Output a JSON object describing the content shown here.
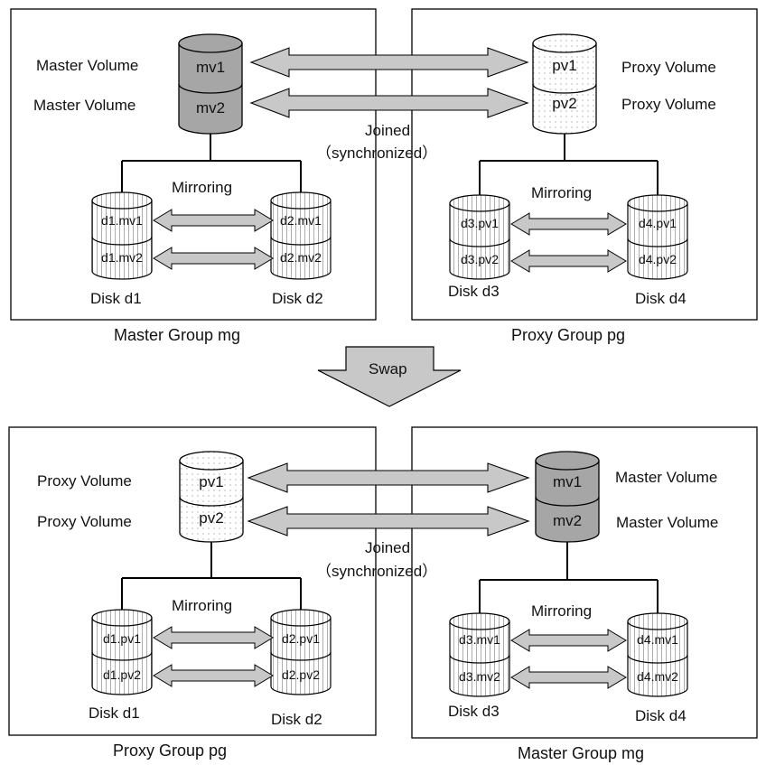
{
  "colors": {
    "master_fill": "#a6a6a6",
    "proxy_fill": "#ffffff",
    "arrow_fill": "#c8c8c8",
    "stroke": "#000000"
  },
  "top": {
    "left": {
      "caption": "Master Group mg",
      "vol_labels": [
        "Master Volume",
        "Master Volume"
      ],
      "volumes": [
        "mv1",
        "mv2"
      ],
      "mirroring": "Mirroring",
      "disk_left": {
        "parts": [
          "d1.mv1",
          "d1.mv2"
        ],
        "label": "Disk d1"
      },
      "disk_right": {
        "parts": [
          "d2.mv1",
          "d2.mv2"
        ],
        "label": "Disk d2"
      }
    },
    "right": {
      "caption": "Proxy Group pg",
      "vol_labels": [
        "Proxy Volume",
        "Proxy Volume"
      ],
      "volumes": [
        "pv1",
        "pv2"
      ],
      "mirroring": "Mirroring",
      "disk_left": {
        "parts": [
          "d3.pv1",
          "d3.pv2"
        ],
        "label": "Disk d3"
      },
      "disk_right": {
        "parts": [
          "d4.pv1",
          "d4.pv2"
        ],
        "label": "Disk d4"
      }
    },
    "joined": "Joined",
    "synchronized": "（synchronized）"
  },
  "swap": "Swap",
  "bottom": {
    "left": {
      "caption": "Proxy Group pg",
      "vol_labels": [
        "Proxy Volume",
        "Proxy Volume"
      ],
      "volumes": [
        "pv1",
        "pv2"
      ],
      "mirroring": "Mirroring",
      "disk_left": {
        "parts": [
          "d1.pv1",
          "d1.pv2"
        ],
        "label": "Disk d1"
      },
      "disk_right": {
        "parts": [
          "d2.pv1",
          "d2.pv2"
        ],
        "label": "Disk d2"
      }
    },
    "right": {
      "caption": "Master Group mg",
      "vol_labels": [
        "Master Volume",
        "Master Volume"
      ],
      "volumes": [
        "mv1",
        "mv2"
      ],
      "mirroring": "Mirroring",
      "disk_left": {
        "parts": [
          "d3.mv1",
          "d3.mv2"
        ],
        "label": "Disk d3"
      },
      "disk_right": {
        "parts": [
          "d4.mv1",
          "d4.mv2"
        ],
        "label": "Disk d4"
      }
    },
    "joined": "Joined",
    "synchronized": "（synchronized）"
  }
}
